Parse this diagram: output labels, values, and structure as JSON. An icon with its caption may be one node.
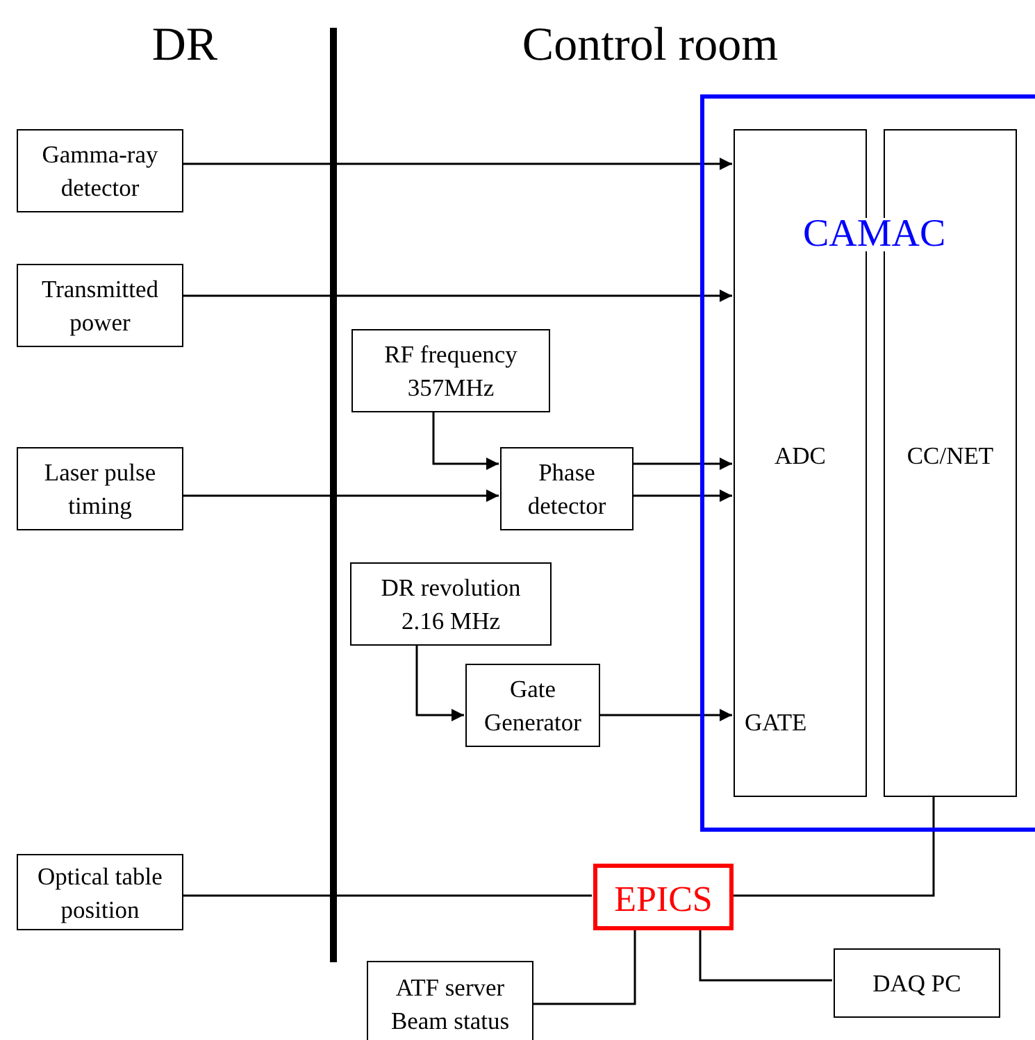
{
  "diagram": {
    "nodes": [
      {
        "text": [
          "Gamma-ray detector"
        ]
      },
      {
        "text": [
          "Transmitted power"
        ]
      },
      {
        "text": [
          "Laser pulse timing"
        ]
      },
      {
        "text": [
          "RF frequency 357MHz"
        ]
      },
      {
        "text": [
          "Phase detector"
        ]
      },
      {
        "text": [
          "DR revolution 2.16 MHz"
        ]
      },
      {
        "text": [
          "Gate Generator"
        ]
      },
      {
        "text": [
          "CAMAC"
        ]
      },
      {
        "text": [
          "ADC",
          "GATE"
        ],
        "in": 7
      },
      {
        "text": [
          "CC/NET"
        ],
        "in": 7
      },
      {
        "text": [
          "Optical table position"
        ]
      },
      {
        "text": [
          "EPICS"
        ]
      },
      {
        "text": [
          "ATF server Beam status"
        ]
      },
      {
        "text": [
          "DAQ PC"
        ]
      }
    ],
    "edges": [
      {
        "from": 0,
        "to": 8,
        "arrow": "to"
      },
      {
        "from": 1,
        "to": 8,
        "arrow": "to"
      },
      {
        "from": 3,
        "to": 4,
        "arrow": "to"
      },
      {
        "from": 2,
        "to": 4,
        "arrow": "to"
      },
      {
        "from": 4,
        "to": 8,
        "arrow": "to"
      },
      {
        "from": 4,
        "to": 8,
        "arrow": "to"
      },
      {
        "from": 5,
        "to": 6,
        "arrow": "to"
      },
      {
        "from": 6,
        "to": 8,
        "arrow": "to"
      },
      {
        "from": 10,
        "to": 11,
        "arrow": "none"
      },
      {
        "from": 9,
        "to": 11,
        "arrow": "none"
      },
      {
        "from": 11,
        "to": 12,
        "arrow": "none"
      },
      {
        "from": 11,
        "to": 13,
        "arrow": "none"
      }
    ],
    "labels": [
      "DR",
      "Control room"
    ]
  }
}
